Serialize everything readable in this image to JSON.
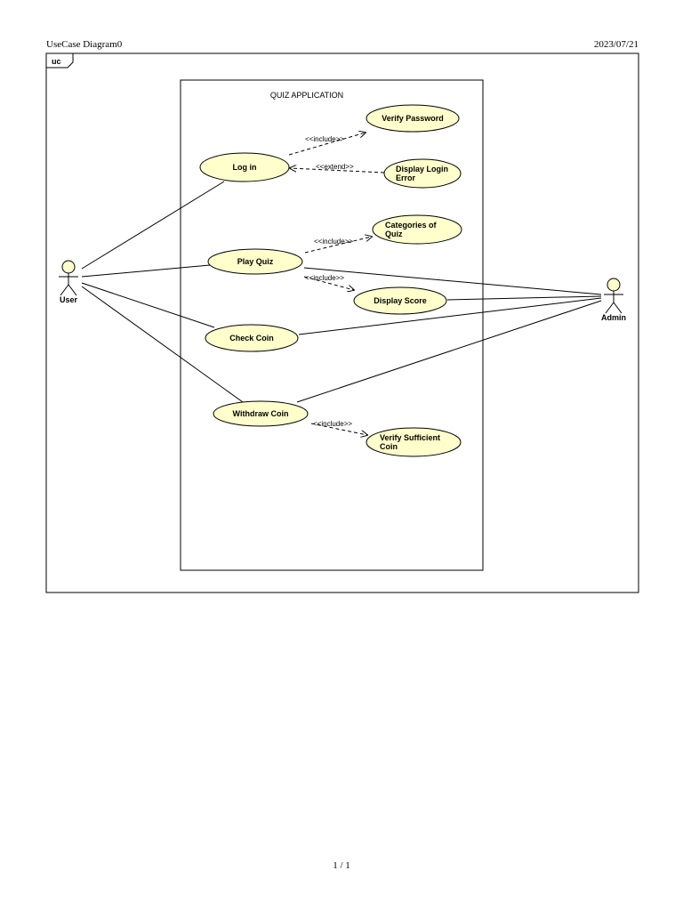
{
  "page": {
    "header_left": "UseCase Diagram0",
    "header_right": "2023/07/21",
    "footer": "1 / 1"
  },
  "diagram": {
    "frame_tag": "uc",
    "system_name": "QUIZ APPLICATION",
    "colors": {
      "usecase_fill": "#ffffcc",
      "stroke": "#000000"
    },
    "actors": {
      "user": "User",
      "admin": "Admin"
    },
    "usecases": {
      "verify_password": [
        "Verify Password"
      ],
      "log_in": [
        "Log in"
      ],
      "display_login_error": [
        "Display Login",
        "Error"
      ],
      "categories_of_quiz": [
        "Categories of",
        "Quiz"
      ],
      "play_quiz": [
        "Play Quiz"
      ],
      "display_score": [
        "Display Score"
      ],
      "check_coin": [
        "Check Coin"
      ],
      "withdraw_coin": [
        "Withdraw Coin"
      ],
      "verify_sufficient_coin": [
        "Verify Sufficient",
        "Coin"
      ]
    },
    "relations": {
      "login_verify": "<<include>>",
      "error_login": "<<extend>>",
      "play_categories": "<<include>>",
      "play_score": "<<include>>",
      "withdraw_verify": "<<include>>"
    }
  }
}
